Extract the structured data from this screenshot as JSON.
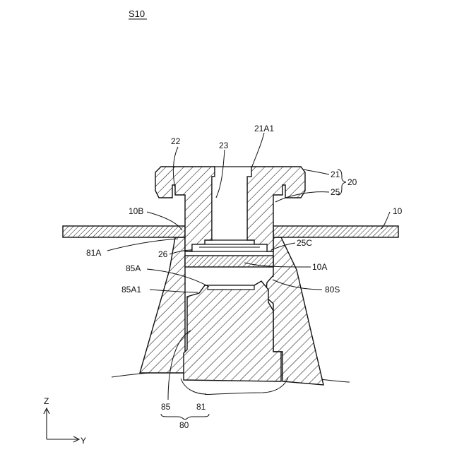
{
  "figure": {
    "title": "S10",
    "labels": {
      "l_21A1": "21A1",
      "l_22": "22",
      "l_23": "23",
      "l_21": "21",
      "l_20": "20",
      "l_25": "25",
      "l_10": "10",
      "l_10B": "10B",
      "l_81A": "81A",
      "l_26": "26",
      "l_25C": "25C",
      "l_85A": "85A",
      "l_10A": "10A",
      "l_85A1": "85A1",
      "l_80S": "80S",
      "l_85": "85",
      "l_81": "81",
      "l_80": "80"
    },
    "axes": {
      "z": "Z",
      "y": "Y"
    }
  }
}
